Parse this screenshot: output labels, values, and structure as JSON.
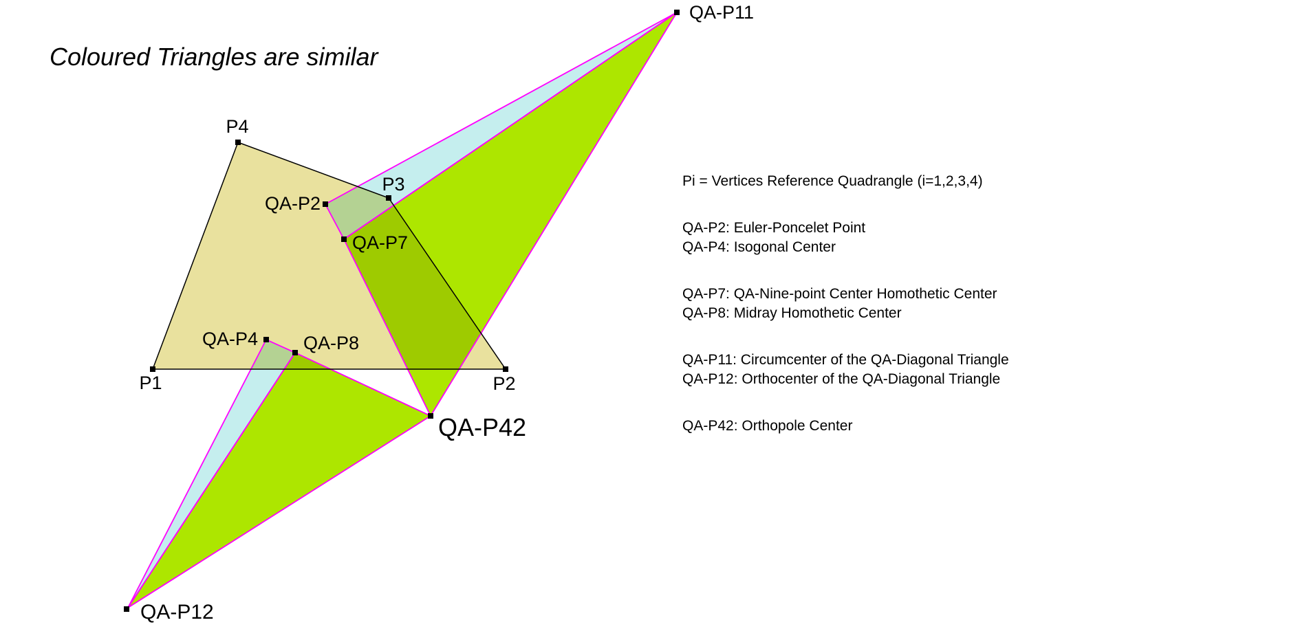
{
  "title": "Coloured Triangles are similar",
  "colors": {
    "quad_fill": "#e9e19e",
    "cyan_fill": "#c5eeee",
    "green_fill": "#ade600",
    "triangle_edge": "#ff00ff",
    "quad_edge": "#000000",
    "marker": "#000000"
  },
  "point_labels": {
    "p1": "P1",
    "p2": "P2",
    "p3": "P3",
    "p4": "P4",
    "qap2": "QA-P2",
    "qap4": "QA-P4",
    "qap7": "QA-P7",
    "qap8": "QA-P8",
    "qap11": "QA-P11",
    "qap12": "QA-P12",
    "qap42": "QA-P42"
  },
  "figure": {
    "quadrangle": [
      "P1",
      "P2",
      "P3",
      "P4"
    ],
    "triangles": [
      {
        "vertices": [
          "QA-P2",
          "QA-P11",
          "QA-P7"
        ],
        "color": "cyan"
      },
      {
        "vertices": [
          "QA-P7",
          "QA-P11",
          "QA-P42"
        ],
        "color": "green"
      },
      {
        "vertices": [
          "QA-P4",
          "QA-P12",
          "QA-P8"
        ],
        "color": "cyan"
      },
      {
        "vertices": [
          "QA-P8",
          "QA-P12",
          "QA-P42"
        ],
        "color": "green"
      }
    ]
  },
  "legend": {
    "groups": [
      [
        "Pi = Vertices Reference Quadrangle (i=1,2,3,4)"
      ],
      [
        "QA-P2: Euler-Poncelet Point",
        "QA-P4: Isogonal Center"
      ],
      [
        "QA-P7: QA-Nine-point Center Homothetic Center",
        "QA-P8: Midray Homothetic Center"
      ],
      [
        "QA-P11: Circumcenter of the QA-Diagonal Triangle",
        "QA-P12: Orthocenter of the QA-Diagonal Triangle"
      ],
      [
        "QA-P42: Orthopole Center"
      ]
    ]
  }
}
